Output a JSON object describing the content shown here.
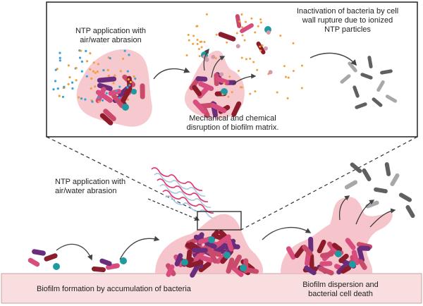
{
  "labels": {
    "inset_ntp_application": "NTP application with\nair/water abrasion",
    "inset_inactivation": "Inactivation of bacteria by cell\nwall rupture due to ionized\nNTP particles",
    "inset_disruption": "Mechanical  and chemical\ndisruption of biofilm matrix.",
    "main_ntp_application": "NTP application with\nair/water abrasion",
    "biofilm_formation": "Biofilm formation by accumulation of bacteria",
    "biofilm_dispersion": "Biofilm dispersion and\nbacterial cell death"
  },
  "colors": {
    "surface": "#f8dede",
    "surface_border": "#c9a3a3",
    "biofilm_matrix": "#f5bfc5",
    "bacteria_dark_red": "#8c1c2c",
    "bacteria_purple": "#6a2c7c",
    "bacteria_pink": "#d84d7e",
    "bacteria_rose": "#c94a6a",
    "cocci_teal": "#1f9aa0",
    "dead_bacteria": "#606060",
    "dead_bacteria_light": "#a8a8a8",
    "ntp_blue": "#3aa0d8",
    "ntp_orange": "#f0a040",
    "plasma_waves_pink": "#e8306a",
    "plasma_waves_blue": "#a8c8e0",
    "arrow": "#444444"
  }
}
